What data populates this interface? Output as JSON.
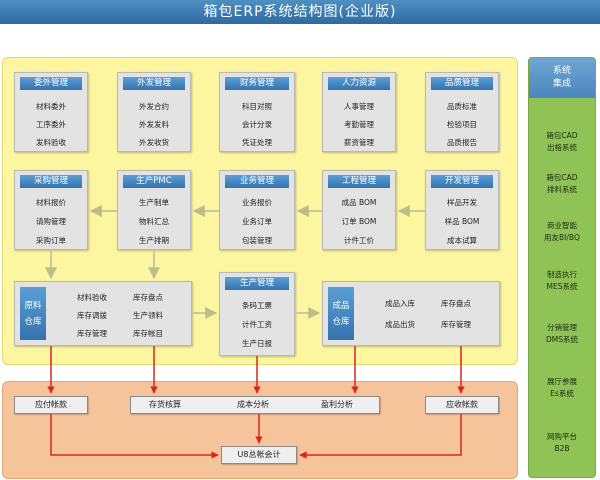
{
  "title": "箱包ERP系统结构图(企业版)",
  "colors": {
    "header_blue": "#3573ad",
    "upper_zone": "#fdf6a0",
    "lower_zone": "#f6c49a",
    "right_panel": "#8fc356",
    "arrow_gray": "#c9c9a0",
    "arrow_red": "#d9261c"
  },
  "row1": [
    {
      "name": "委外管理",
      "items": [
        "材料委外",
        "工序委外",
        "发料验收"
      ]
    },
    {
      "name": "外发管理",
      "items": [
        "外发合约",
        "外发发料",
        "外发收货"
      ]
    },
    {
      "name": "财务管理",
      "items": [
        "科目对照",
        "会计分录",
        "凭证处理"
      ]
    },
    {
      "name": "人力资源",
      "items": [
        "人事管理",
        "考勤管理",
        "薪资管理"
      ]
    },
    {
      "name": "品质管理",
      "items": [
        "品质标准",
        "检验项目",
        "品质报告"
      ]
    }
  ],
  "row2": [
    {
      "name": "采购管理",
      "items": [
        "材料报价",
        "请购管理",
        "采购订单"
      ]
    },
    {
      "name": "生产PMC",
      "items": [
        "生产制单",
        "物料汇总",
        "生产排期"
      ]
    },
    {
      "name": "业务管理",
      "items": [
        "业务报价",
        "业务订单",
        "包装管理"
      ]
    },
    {
      "name": "工程管理",
      "items": [
        "成品 BOM",
        "订单 BOM",
        "计件工价"
      ]
    },
    {
      "name": "开发管理",
      "items": [
        "样品开发",
        "样品 BOM",
        "成本试算"
      ]
    }
  ],
  "material_warehouse": {
    "head": [
      "原料",
      "仓库"
    ],
    "col1": [
      "材料验收",
      "库存调拨",
      "库存管理"
    ],
    "col2": [
      "库存盘点",
      "生产领料",
      "库存帐目"
    ]
  },
  "production_mgmt": {
    "name": "生产管理",
    "items": [
      "条码工票",
      "计件工资",
      "生产日报"
    ]
  },
  "finished_warehouse": {
    "head": [
      "成品",
      "仓库"
    ],
    "col1": [
      "成品入库",
      "成品出货"
    ],
    "col2": [
      "库存盘点",
      "库存管理"
    ]
  },
  "lower": {
    "payable": "应付帐款",
    "inventory_accounting": "存货核算",
    "cost_analysis": "成本分析",
    "profit_analysis": "盈利分析",
    "receivable": "应收帐款",
    "general_ledger": "U8总帐会计"
  },
  "right_panel": {
    "title": [
      "系统",
      "集成"
    ],
    "items": [
      [
        "箱包CAD",
        "出格系统"
      ],
      [
        "箱包CAD",
        "排料系统"
      ],
      [
        "商业智能",
        "用友BI/BQ"
      ],
      [
        "制造执行",
        "MES系统"
      ],
      [
        "分销管理",
        "DMS系统"
      ],
      [
        "展厅参展",
        "Es系统"
      ],
      [
        "网购平台",
        "B2B"
      ]
    ]
  }
}
